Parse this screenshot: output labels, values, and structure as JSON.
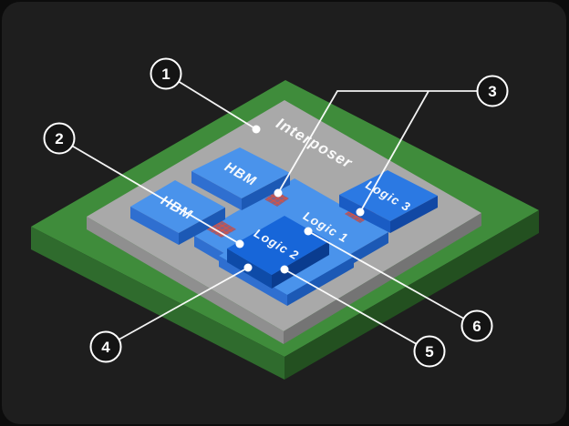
{
  "diagram": {
    "interposer_label": "Interposer",
    "chips": {
      "hbm_back": "HBM",
      "hbm_front": "HBM",
      "logic1": "Logic 1",
      "logic2": "Logic 2",
      "logic3": "Logic 3"
    },
    "callouts": [
      {
        "number": "1"
      },
      {
        "number": "2"
      },
      {
        "number": "3"
      },
      {
        "number": "4"
      },
      {
        "number": "5"
      },
      {
        "number": "6"
      }
    ],
    "colors": {
      "background_card": "#1e1e1e",
      "substrate_green": "#3F8C3B",
      "interposer_gray": "#A9A9A9",
      "chip_blue": "#4A93EB",
      "logic2_blue": "#1766D9",
      "logic3_blue": "#2B79E3",
      "bump_red": "#C0392B",
      "annotation_white": "#FFFFFF"
    }
  }
}
